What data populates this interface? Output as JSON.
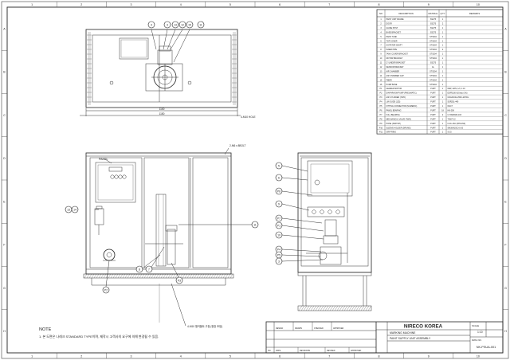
{
  "drawing": {
    "company": "NIRECO KOREA",
    "machine": "MARKING MACHINE",
    "title": "PAINT SUPPLY UNIT ASSEMBLY",
    "drawing_no": "NK-PSUA-001",
    "scale": "1:10",
    "note_heading": "NOTE",
    "note_text": "1. 본 도면은 나레크 STANDARD TYPE이며, 제작시 고객사의 요구에 의해 변경될 수 있음."
  },
  "grid": {
    "columns": [
      "1",
      "2",
      "3",
      "4",
      "5",
      "6",
      "7",
      "8",
      "9",
      "10"
    ],
    "rows": [
      "A",
      "B",
      "C",
      "D",
      "E",
      "F",
      "G",
      "H"
    ]
  },
  "top_view": {
    "balloons": [
      "4",
      "3",
      "14",
      "12",
      "15",
      "11"
    ],
    "width_dim": "1100",
    "overall_dim": "1150",
    "hole_note": "4-M10 HOLE"
  },
  "front_view": {
    "panel_label": "PANEL",
    "bracket_note": "2-M6 x 8BOLT",
    "balloons_left": [
      "13",
      "14"
    ],
    "balloon_right": "11",
    "balloons_bottom": [
      "P2",
      "8",
      "7",
      "P3"
    ],
    "bottom_note": "4-M10 앵커볼트 고정 (현장 조정)"
  },
  "side_view": {
    "balloons": [
      "5",
      "6",
      "P6",
      "9",
      "P7",
      "P1",
      "10",
      "P4",
      "P5",
      "3"
    ]
  },
  "parts_table": {
    "headers": [
      "NO",
      "DESCRIPTION",
      "MAT'RIAL",
      "Q'TY",
      "REMARKS"
    ],
    "rows": [
      [
        "1",
        "PAINT UNIT FRAME",
        "SS275",
        "1",
        ""
      ],
      [
        "2",
        "DOOR",
        "SS275",
        "2",
        ""
      ],
      [
        "3",
        "GUIDE POST",
        "SS275",
        "1",
        ""
      ],
      [
        "4",
        "BASE BRACKET",
        "SS275",
        "1",
        ""
      ],
      [
        "5",
        "PAINT TANK",
        "STS304",
        "1",
        ""
      ],
      [
        "6",
        "TOP COVER",
        "STS304",
        "1",
        ""
      ],
      [
        "7",
        "AGITATOR SHAFT",
        "STS304",
        "1",
        ""
      ],
      [
        "8",
        "INNER PIPE",
        "STS304",
        "2",
        ""
      ],
      [
        "9",
        "TANK COVER BRACKET",
        "STS304",
        "1",
        ""
      ],
      [
        "10",
        "MOTOR BRACKET",
        "STS304",
        "1",
        ""
      ],
      [
        "11",
        "CYLINDER BRACKET",
        "SS275",
        "1",
        ""
      ],
      [
        "12",
        "SENSOR BRACKET",
        "AL",
        "1",
        ""
      ],
      [
        "13",
        "AIR CHAMBER",
        "STS304",
        "1",
        ""
      ],
      [
        "14",
        "AIR CHAMBER CAP",
        "STS304",
        "1",
        ""
      ],
      [
        "15",
        "FIBER",
        "STS304",
        "1",
        ""
      ],
      [
        "16",
        "PUMP BASE",
        "STS304",
        "1",
        ""
      ],
      [
        "P1",
        "GEARED MOTOR",
        "PURT",
        "1",
        "60W, 220V, 1/3, 1:10"
      ],
      [
        "P2",
        "DIAPHRAGM PUMP (PNEUMATIC)",
        "PURT",
        "1",
        "DDP5100-S(Graco 1%)"
      ],
      [
        "P3",
        "AIR CYLINDER (TWO)",
        "PURT",
        "1",
        "CDA32X42-250C-M-HDL"
      ],
      [
        "P4",
        "LM GUIDE (125)",
        "PURT",
        "1",
        "SSR25L-440"
      ],
      [
        "P5",
        "FITTING CONNECTOR (NUMERIC)",
        "PURT",
        "1",
        "6D-F7"
      ],
      [
        "P6",
        "PANEL BEARING",
        "PURT",
        "18",
        "HN-208"
      ],
      [
        "P7",
        "FULL BEARING",
        "PURT",
        "2",
        "C-HARRI26-103"
      ],
      [
        "P8",
        "MECHANICAL VALVE (TWO)",
        "PURT",
        "1",
        "74007-12"
      ],
      [
        "P9",
        "HOSE (SWITCH)",
        "PURT",
        "1",
        "0-40~16C (8X5-M10)"
      ],
      [
        "P10",
        "SLEEVE HOLDER (DRUMS)",
        "PURT",
        "1",
        "SM30M10C3-0-20"
      ],
      [
        "P11",
        "GRIP RING",
        "PURT",
        "1",
        "S-15"
      ]
    ]
  },
  "title_block": {
    "labels": [
      "DESIGN",
      "DRAWN",
      "CHECKED",
      "APPROVED",
      "NO.",
      "DATE",
      "REVISIONS",
      "REVISED",
      "APPROVED"
    ],
    "scale_label": "SCALE",
    "dwg_label": "DWG NO."
  }
}
